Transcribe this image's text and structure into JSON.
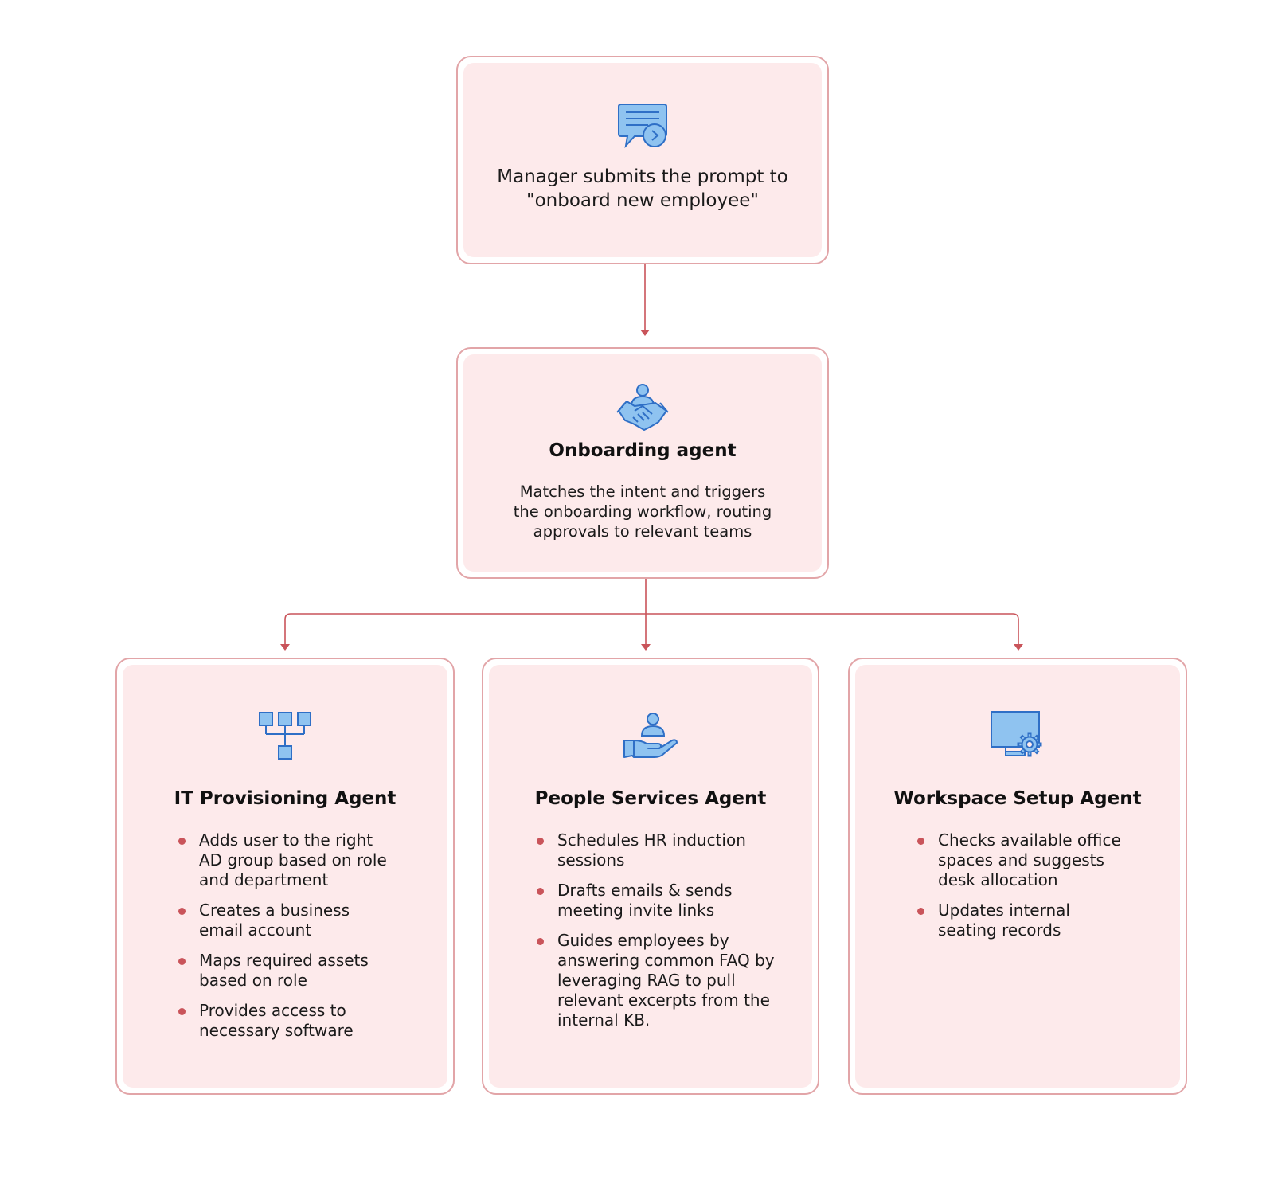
{
  "prompt_box": {
    "icon": "chat-bubble-send-icon",
    "text_line1": "Manager submits the prompt to",
    "text_line2": "\"onboard new employee\""
  },
  "onboarding_agent": {
    "icon": "handshake-icon",
    "title": "Onboarding agent",
    "description_line1": "Matches the intent and triggers",
    "description_line2": "the onboarding workflow, routing",
    "description_line3": "approvals to relevant teams"
  },
  "agents": [
    {
      "icon": "hierarchy-icon",
      "title": "IT Provisioning Agent",
      "bullets": [
        {
          "line1": "Adds user to the right",
          "line2": "AD group based on role",
          "line3": "and department"
        },
        {
          "line1": "Creates a business",
          "line2": "email account"
        },
        {
          "line1": "Maps required assets",
          "line2": "based on role"
        },
        {
          "line1": "Provides access to",
          "line2": "necessary software"
        }
      ]
    },
    {
      "icon": "person-hand-icon",
      "title": "People Services Agent",
      "bullets": [
        {
          "line1": "Schedules HR induction",
          "line2": "sessions"
        },
        {
          "line1": "Drafts emails & sends",
          "line2": "meeting invite links"
        },
        {
          "line1": "Guides employees by",
          "line2": "answering common FAQ by",
          "line3": "leveraging RAG to pull",
          "line4": "relevant excerpts from the",
          "line5": "internal KB."
        }
      ]
    },
    {
      "icon": "monitor-gear-icon",
      "title": "Workspace Setup Agent",
      "bullets": [
        {
          "line1": "Checks available office",
          "line2": "spaces and suggests",
          "line3": "desk allocation"
        },
        {
          "line1": "Updates internal",
          "line2": "seating records"
        }
      ]
    }
  ],
  "colors": {
    "border": "#e2a5a8",
    "fill": "#fdeaeb",
    "connector": "#c9545a",
    "icon_fill": "#8fc3f0",
    "icon_stroke": "#2f6fc6"
  }
}
